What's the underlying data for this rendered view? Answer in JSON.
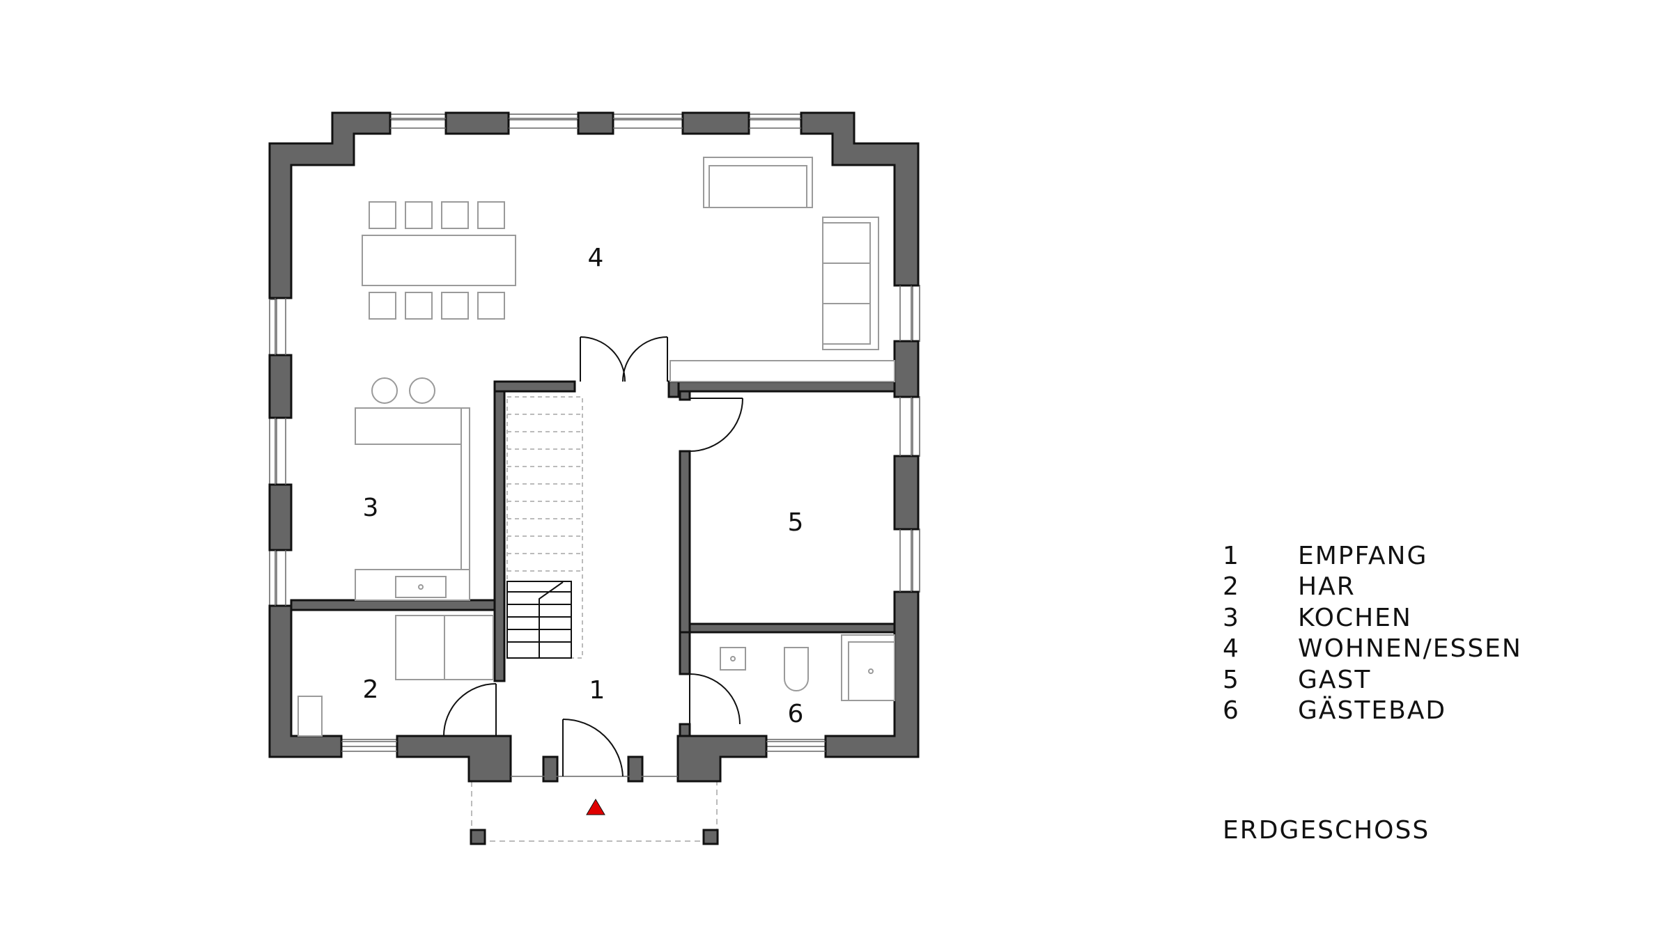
{
  "plan": {
    "colors": {
      "wall": "#666666",
      "wall_outline": "#111111",
      "furniture": "#9a9a9a",
      "entrance_marker": "#e00000"
    },
    "rooms": [
      {
        "number": "1",
        "name": "EMPFANG"
      },
      {
        "number": "2",
        "name": "HAR"
      },
      {
        "number": "3",
        "name": "KOCHEN"
      },
      {
        "number": "4",
        "name": "WOHNEN/ESSEN"
      },
      {
        "number": "5",
        "name": "GAST"
      },
      {
        "number": "6",
        "name": "GÄSTEBAD"
      }
    ]
  },
  "legend_title": "ERDGESCHOSS"
}
